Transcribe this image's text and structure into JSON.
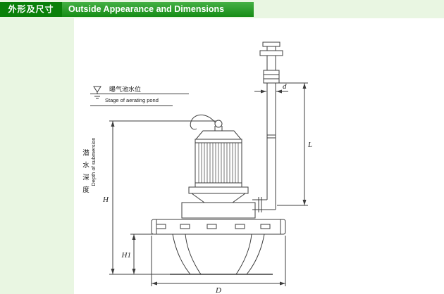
{
  "header": {
    "title_zh": "外形及尺寸",
    "title_en": "Outside Appearance and Dimensions",
    "colors": {
      "box_green": "#0a800a",
      "bar_green": "#2aa02a",
      "text": "#ffffff"
    }
  },
  "page": {
    "background": "#e9f6e2"
  },
  "diagram": {
    "background": "#ffffff",
    "line_color": "#3c3c3c",
    "water_level": {
      "zh": "曝气池水位",
      "en": "Stage of aerating pond"
    },
    "submersion_depth": {
      "zh": "潜水深度",
      "en": "Depth of submersion"
    },
    "dimensions": {
      "overall_height": "H",
      "base_height": "H1",
      "base_width": "D",
      "pipe_length": "L",
      "pipe_diameter": "d"
    }
  }
}
